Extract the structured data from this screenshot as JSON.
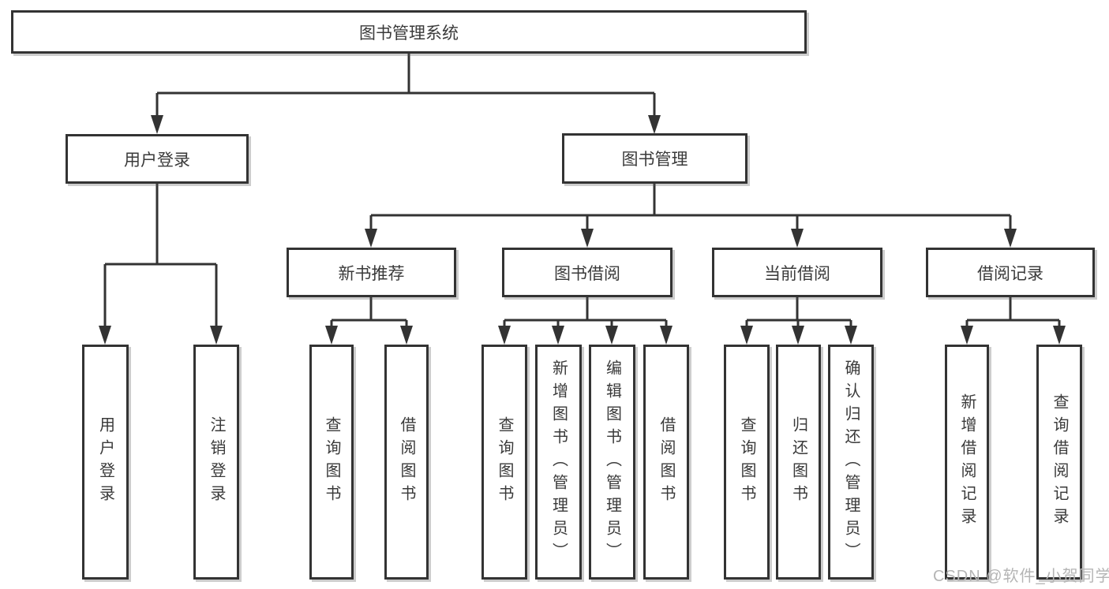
{
  "diagram": {
    "root": {
      "label": "图书管理系统",
      "children": [
        {
          "label": "用户登录",
          "children": [
            {
              "label": "用户登录"
            },
            {
              "label": "注销登录"
            }
          ]
        },
        {
          "label": "图书管理",
          "children": [
            {
              "label": "新书推荐",
              "children": [
                {
                  "label": "查询图书"
                },
                {
                  "label": "借阅图书"
                }
              ]
            },
            {
              "label": "图书借阅",
              "children": [
                {
                  "label": "查询图书"
                },
                {
                  "label": "新增图书（管理员）"
                },
                {
                  "label": "编辑图书（管理员）"
                },
                {
                  "label": "借阅图书"
                }
              ]
            },
            {
              "label": "当前借阅",
              "children": [
                {
                  "label": "查询图书"
                },
                {
                  "label": "归还图书"
                },
                {
                  "label": "确认归还（管理员）"
                }
              ]
            },
            {
              "label": "借阅记录",
              "children": [
                {
                  "label": "新增借阅记录"
                },
                {
                  "label": "查询借阅记录"
                }
              ]
            }
          ]
        }
      ]
    }
  },
  "watermark": "CSDN @软件_小贺同学",
  "colors": {
    "line": "#333333",
    "text": "#3a3a3a",
    "box_background": "#ffffff",
    "page_background": "#ffffff",
    "watermark": "#b5b5b5"
  }
}
